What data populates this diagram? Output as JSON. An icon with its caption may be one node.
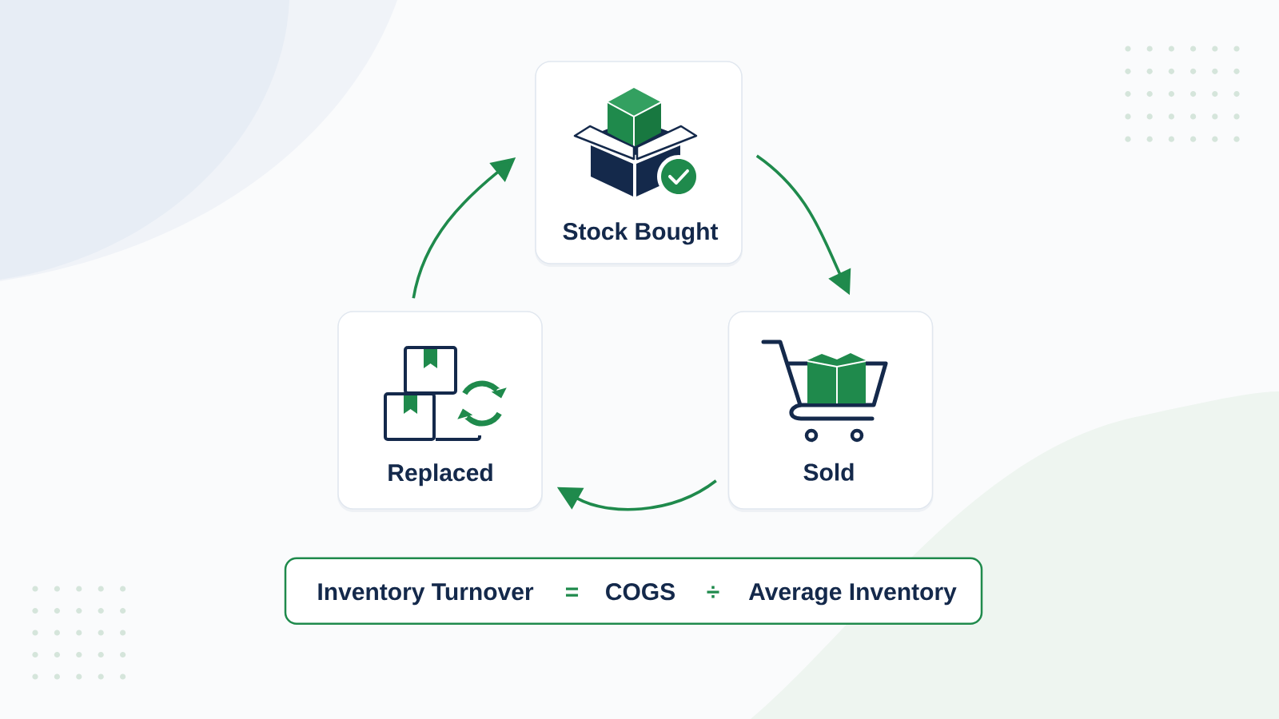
{
  "diagram": {
    "nodes": [
      {
        "text": [
          "Stock Bought"
        ]
      },
      {
        "text": [
          "Sold"
        ]
      },
      {
        "text": [
          "Replaced"
        ]
      },
      {
        "text": [
          "Inventory Turnover",
          "=",
          "COGS",
          "÷",
          "Average Inventory"
        ]
      }
    ],
    "edges": [
      {
        "from": 0,
        "to": 1,
        "arrow": "to"
      },
      {
        "from": 1,
        "to": 2,
        "arrow": "to"
      },
      {
        "from": 2,
        "to": 0,
        "arrow": "to"
      }
    ]
  }
}
